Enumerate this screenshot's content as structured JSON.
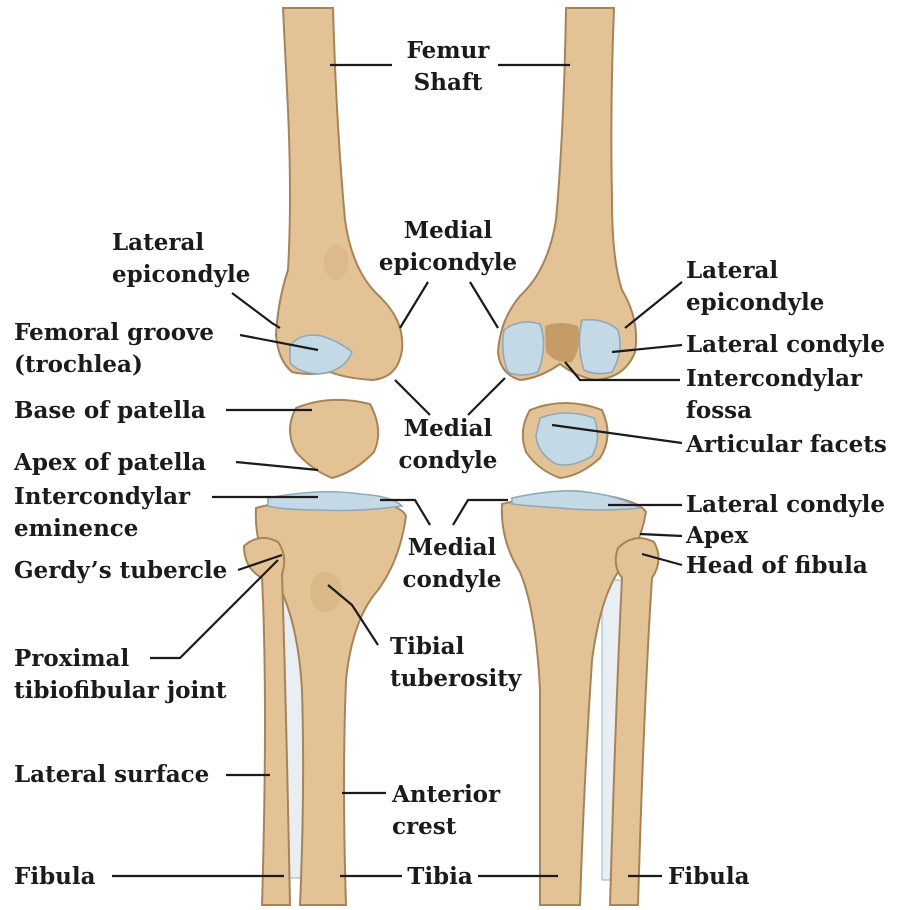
{
  "labels": {
    "femur_shaft_1": "Femur",
    "femur_shaft_2": "Shaft",
    "lateral_epicondyle_left_1": "Lateral",
    "lateral_epicondyle_left_2": "epicondyle",
    "medial_epicondyle_1": "Medial",
    "medial_epicondyle_2": "epicondyle",
    "lateral_epicondyle_right_1": "Lateral",
    "lateral_epicondyle_right_2": "epicondyle",
    "femoral_groove_1": "Femoral groove",
    "femoral_groove_2": "(trochlea)",
    "lateral_condyle_right": "Lateral condyle",
    "intercondylar_fossa_1": "Intercondylar",
    "intercondylar_fossa_2": "fossa",
    "base_of_patella": "Base of patella",
    "medial_condyle_femur_1": "Medial",
    "medial_condyle_femur_2": "condyle",
    "articular_facets": "Articular facets",
    "apex_of_patella": "Apex of patella",
    "intercondylar_eminence_1": "Intercondylar",
    "intercondylar_eminence_2": "eminence",
    "lateral_condyle_tibia": "Lateral condyle",
    "apex": "Apex",
    "medial_condyle_tibia_1": "Medial",
    "medial_condyle_tibia_2": "condyle",
    "head_of_fibula": "Head of fibula",
    "gerdys_tubercle": "Gerdy’s tubercle",
    "proximal_joint_1": "Proximal",
    "proximal_joint_2": "tibiofibular joint",
    "tibial_tuberosity_1": "Tibial",
    "tibial_tuberosity_2": "tuberosity",
    "lateral_surface": "Lateral surface",
    "anterior_crest_1": "Anterior",
    "anterior_crest_2": "crest",
    "fibula_left": "Fibula",
    "tibia": "Tibia",
    "fibula_right": "Fibula"
  },
  "colors": {
    "bone": "#e3c296",
    "cartilage": "#c3d9e6",
    "label_text": "#1b1b1b",
    "background": "#ffffff"
  }
}
